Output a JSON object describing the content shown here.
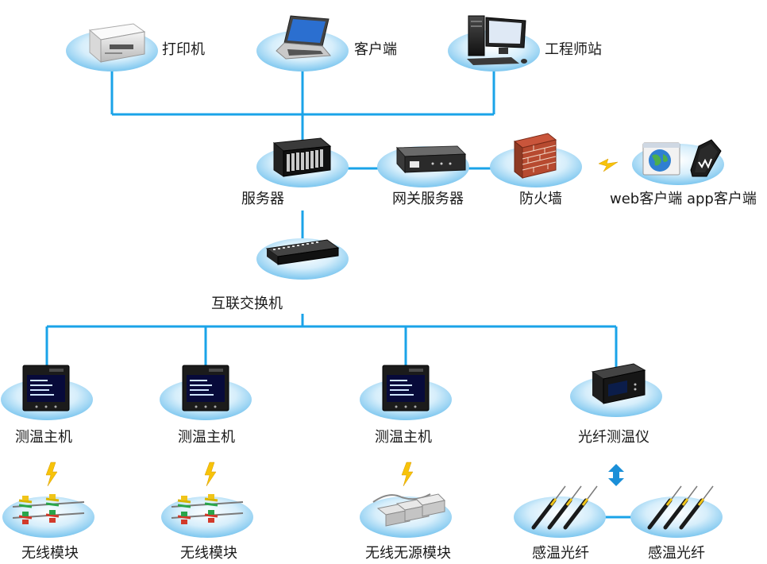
{
  "nodes": {
    "printer": {
      "label": "打印机",
      "icon": "printer-icon"
    },
    "client": {
      "label": "客户端",
      "icon": "laptop-icon"
    },
    "workstation": {
      "label": "工程师站",
      "icon": "desktop-computer-icon"
    },
    "server": {
      "label": "服务器",
      "icon": "rack-server-icon"
    },
    "gateway": {
      "label": "网关服务器",
      "icon": "gateway-server-icon"
    },
    "firewall": {
      "label": "防火墙",
      "icon": "brick-firewall-icon"
    },
    "remote": {
      "label": "web客户端 app客户端",
      "icon": "globe-and-phone-icon"
    },
    "switch": {
      "label": "互联交换机",
      "icon": "network-switch-icon"
    },
    "host1": {
      "label": "测温主机",
      "icon": "temperature-host-icon"
    },
    "host2": {
      "label": "测温主机",
      "icon": "temperature-host-icon"
    },
    "host3": {
      "label": "测温主机",
      "icon": "temperature-host-icon"
    },
    "fiber_instrument": {
      "label": "光纤测温仪",
      "icon": "fiber-instrument-icon"
    },
    "wireless1": {
      "label": "无线模块",
      "icon": "wireless-module-icon"
    },
    "wireless2": {
      "label": "无线模块",
      "icon": "wireless-module-icon"
    },
    "passive": {
      "label": "无线无源模块",
      "icon": "passive-module-icon"
    },
    "fiber1": {
      "label": "感温光纤",
      "icon": "fiber-sensor-icon"
    },
    "fiber2": {
      "label": "感温光纤",
      "icon": "fiber-sensor-icon"
    }
  },
  "colors": {
    "line": "#1aa3e8",
    "platform_light": "#eaf6fd",
    "platform_dark": "#8ccff2",
    "bolt": "#f7c30a",
    "arrow": "#1a8fd8"
  }
}
